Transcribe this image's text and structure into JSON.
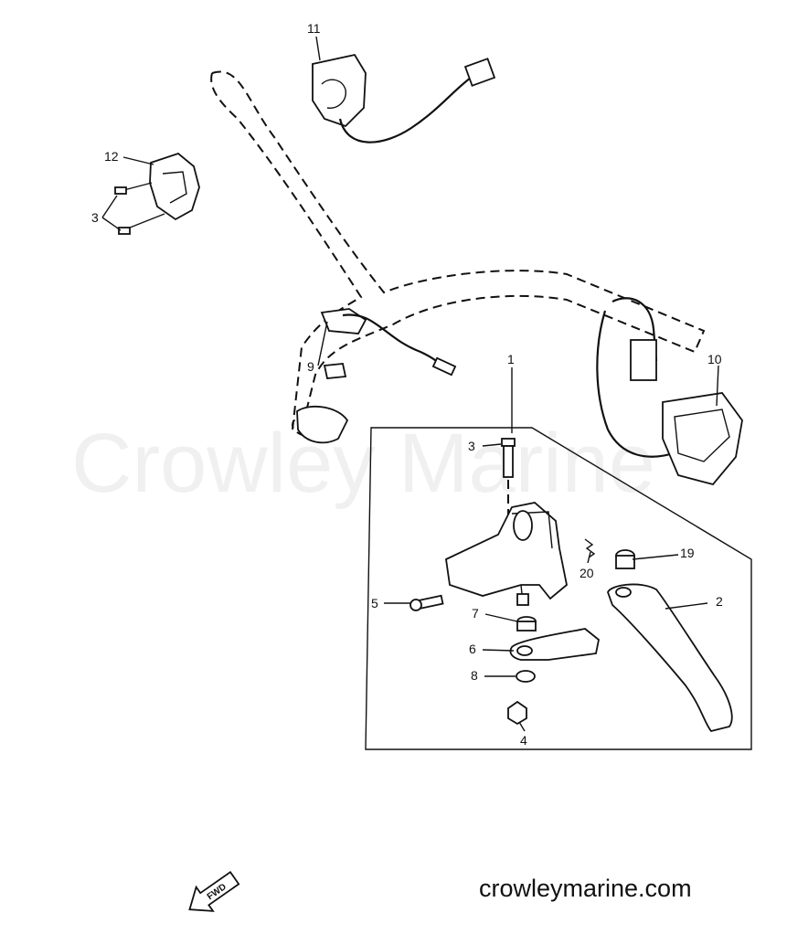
{
  "watermark": "Crowley Marine",
  "website": "crowleymarine.com",
  "fwd_label": "FWD",
  "callouts": {
    "c1": "1",
    "c2": "2",
    "c3a": "3",
    "c3b": "3",
    "c4": "4",
    "c5": "5",
    "c6": "6",
    "c7": "7",
    "c8": "8",
    "c9": "9",
    "c10": "10",
    "c11": "11",
    "c12": "12",
    "c19": "19",
    "c20": "20"
  }
}
